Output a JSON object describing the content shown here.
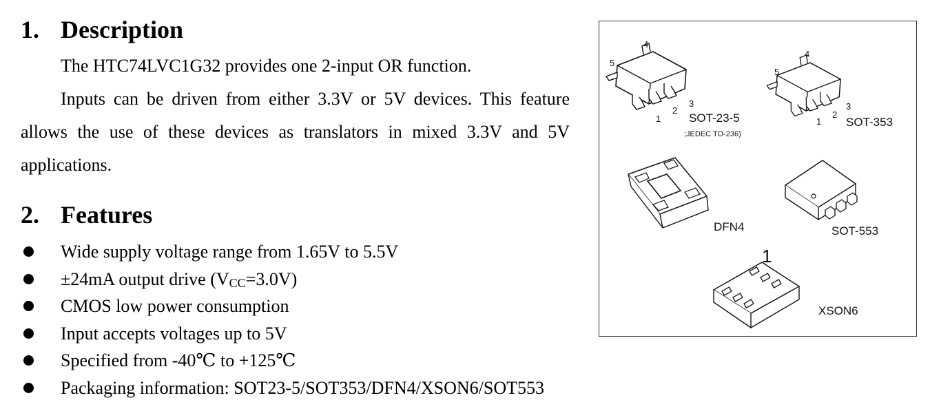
{
  "section1": {
    "number": "1.",
    "title": "Description",
    "para1": "The HTC74LVC1G32 provides one 2-input OR function.",
    "para2": "Inputs can be driven from either 3.3V or 5V devices. This feature allows the use of these devices as translators in mixed 3.3V and 5V applications."
  },
  "section2": {
    "number": "2.",
    "title": "Features",
    "items": [
      "Wide supply voltage range from 1.65V to 5.5V",
      "CMOS low power consumption",
      "Input accepts voltages up to 5V",
      "Specified from -40℃ to +125℃",
      "Packaging information: SOT23-5/SOT353/DFN4/XSON6/SOT553"
    ],
    "drive": {
      "prefix": "±24mA output drive (V",
      "subscript": "CC",
      "suffix": "=3.0V)"
    }
  },
  "figure": {
    "sot235": {
      "label": "SOT-23-5",
      "note": ";JEDEC TO-236)",
      "pins": [
        "1",
        "2",
        "3",
        "4",
        "5"
      ]
    },
    "sot353": {
      "label": "SOT-353",
      "pins": [
        "1",
        "2",
        "3",
        "4",
        "5"
      ]
    },
    "dfn4": {
      "label": "DFN4"
    },
    "sot553": {
      "label": "SOT-553"
    },
    "xson6": {
      "label": "XSON6",
      "pin1": "1"
    }
  }
}
